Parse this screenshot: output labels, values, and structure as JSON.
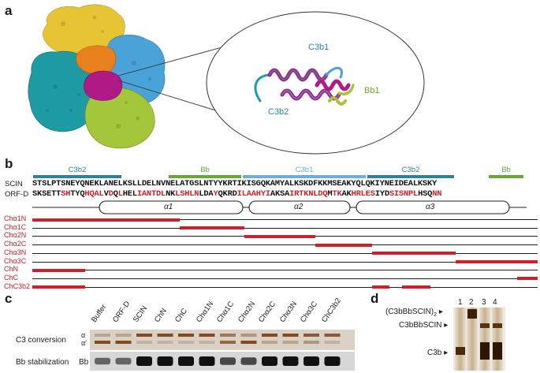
{
  "panels": {
    "a": {
      "letter": "a",
      "zoom_labels": {
        "c3b1": "C3b1",
        "c3b2": "C3b2",
        "bb1": "Bb1"
      },
      "colors": {
        "yellow": "#e6c434",
        "blue": "#4aa3d8",
        "orange": "#e9801e",
        "teal": "#1f9ca3",
        "magenta": "#b01a86",
        "green": "#a4c63a"
      }
    },
    "b": {
      "letter": "b",
      "regions": [
        {
          "label": "C3b2",
          "color": "#2f7fa0"
        },
        {
          "label": "Bb",
          "color": "#6ba63a"
        },
        {
          "label": "C3b1",
          "color": "#6aaedb"
        },
        {
          "label": "C3b2",
          "color": "#2f7fa0"
        },
        {
          "label": "Bb",
          "color": "#6ba63a"
        }
      ],
      "scin_name": "SCIN",
      "orfd_name": "ORF-D",
      "scin_seq": "STSLPTSNEYQNEKLANELKSLLDELNVNELATGSLNTYYKRTIKISGQKAMYALKSKDFKKMSEAKYQLQKIYNEIDEALKSKY",
      "orfd_seq": [
        {
          "t": "SKSETT",
          "r": false
        },
        {
          "t": "SH",
          "r": true
        },
        {
          "t": "TYQ",
          "r": false
        },
        {
          "t": "HQAL",
          "r": true
        },
        {
          "t": "V",
          "r": false
        },
        {
          "t": "D",
          "r": true
        },
        {
          "t": "Q",
          "r": false
        },
        {
          "t": "L",
          "r": true
        },
        {
          "t": "HEL",
          "r": false
        },
        {
          "t": "IANTDL",
          "r": true
        },
        {
          "t": "NK",
          "r": false
        },
        {
          "t": "LSHLN",
          "r": true
        },
        {
          "t": "LDA",
          "r": false
        },
        {
          "t": "Y",
          "r": true
        },
        {
          "t": "QKRD",
          "r": false
        },
        {
          "t": "ILAAHYI",
          "r": true
        },
        {
          "t": "AKSA",
          "r": false
        },
        {
          "t": "IRT",
          "r": true
        },
        {
          "t": "KNLDQ",
          "r": true
        },
        {
          "t": "M",
          "r": false
        },
        {
          "t": "TK",
          "r": true
        },
        {
          "t": "AK",
          "r": false
        },
        {
          "t": "HRL",
          "r": true
        },
        {
          "t": "ES",
          "r": true
        },
        {
          "t": "IYD",
          "r": false
        },
        {
          "t": "SIS",
          "r": true
        },
        {
          "t": "NPL",
          "r": true
        },
        {
          "t": "HSQ",
          "r": false
        },
        {
          "t": "NN",
          "r": true
        }
      ],
      "helices": [
        "α1",
        "α2",
        "α3"
      ],
      "constructs": [
        "Chα1N",
        "Chα1C",
        "Chα2N",
        "Chα2C",
        "Chα3N",
        "Chα3C",
        "ChN",
        "ChC",
        "ChC3b2"
      ],
      "construct_color": "#cc2128"
    },
    "c": {
      "letter": "c",
      "lanes": [
        "Buffer",
        "ORF-D",
        "SCIN",
        "ChN",
        "ChC",
        "Chα1N",
        "Chα1C",
        "Chα2N",
        "Chα2C",
        "Chα3N",
        "Chα3C",
        "ChC3b2"
      ],
      "row1_label": "C3 conversion",
      "row2_label": "Bb stabilization",
      "alpha_label": "α",
      "alpha_prime_label": "α′",
      "bb_label": "Bb"
    },
    "d": {
      "letter": "d",
      "lane_numbers": [
        "1",
        "2",
        "3",
        "4"
      ],
      "band_dimer": "(C3bBbSCIN)",
      "band_dimer_sub": "2",
      "band_mono": "C3bBbSCIN",
      "band_c3b": "C3b"
    }
  }
}
